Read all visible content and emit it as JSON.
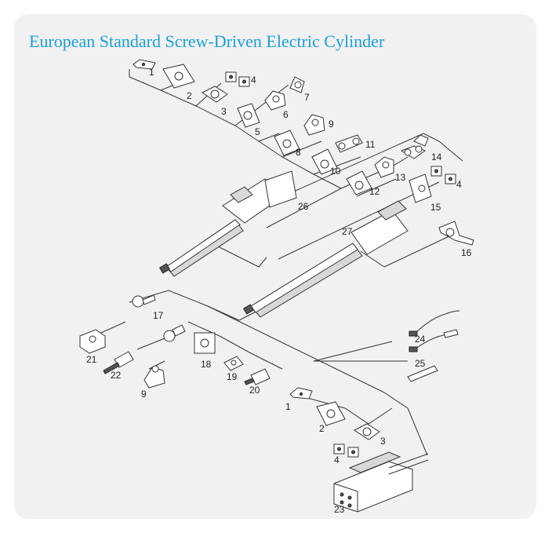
{
  "title": "European Standard Screw-Driven Electric Cylinder",
  "part_labels": {
    "p1a": "1",
    "p2a": "2",
    "p3a": "3",
    "p4a": "4",
    "p5": "5",
    "p6": "6",
    "p7": "7",
    "p8": "8",
    "p9a": "9",
    "p10": "10",
    "p11": "11",
    "p12": "12",
    "p13": "13",
    "p14": "14",
    "p4b": "4",
    "p15": "15",
    "p16": "16",
    "p26": "26",
    "p27": "27",
    "p17": "17",
    "p21": "21",
    "p22": "22",
    "p9b": "9",
    "p18": "18",
    "p19": "19",
    "p20": "20",
    "p24": "24",
    "p25": "25",
    "p1b": "1",
    "p2b": "2",
    "p3b": "3",
    "p4c": "4",
    "p23": "23"
  }
}
